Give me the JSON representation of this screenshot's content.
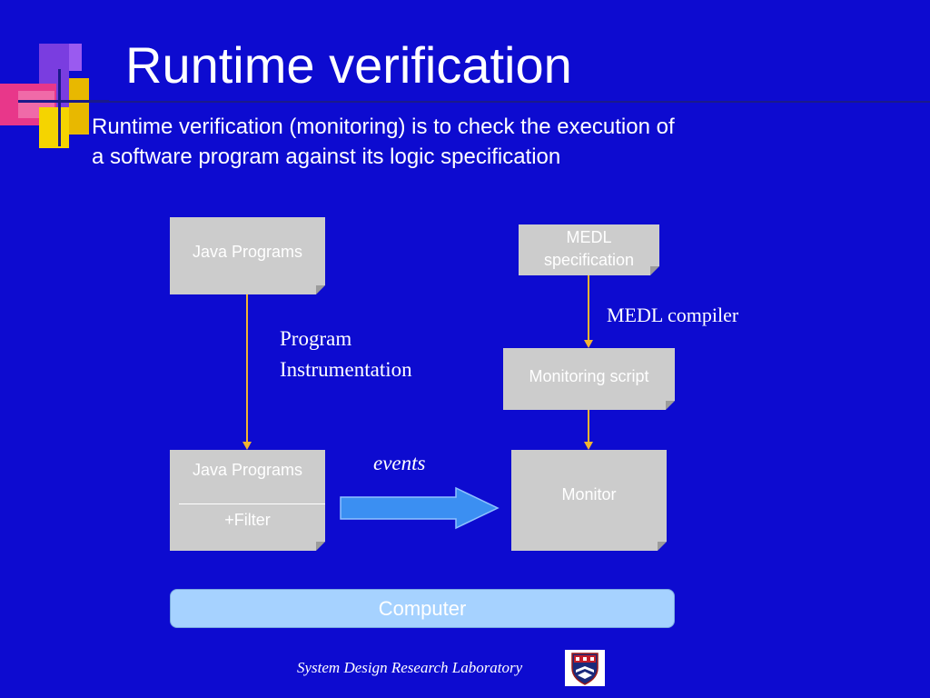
{
  "slide": {
    "title": "Runtime verification",
    "subtitle_line1": "Runtime verification (monitoring) is to check the execution of",
    "subtitle_line2": "a software program against its logic specification"
  },
  "diagram": {
    "java_programs": "Java Programs",
    "instrumentation_line1": "Program",
    "instrumentation_line2": "Instrumentation",
    "java_programs_filtered": "Java Programs",
    "filter": "+Filter",
    "events": "events",
    "medl_spec_line1": "MEDL",
    "medl_spec_line2": "specification",
    "medl_compiler": "MEDL compiler",
    "monitoring_script": "Monitoring script",
    "monitor": "Monitor",
    "computer": "Computer"
  },
  "footer": {
    "lab": "System Design Research Laboratory",
    "logo_icon": "university-shield-icon"
  },
  "colors": {
    "background": "#0d0bd0",
    "box": "#cccccc",
    "connector": "#f2b431",
    "events_arrow": "#3b8ff2",
    "computer_bar": "#a6d2ff"
  }
}
